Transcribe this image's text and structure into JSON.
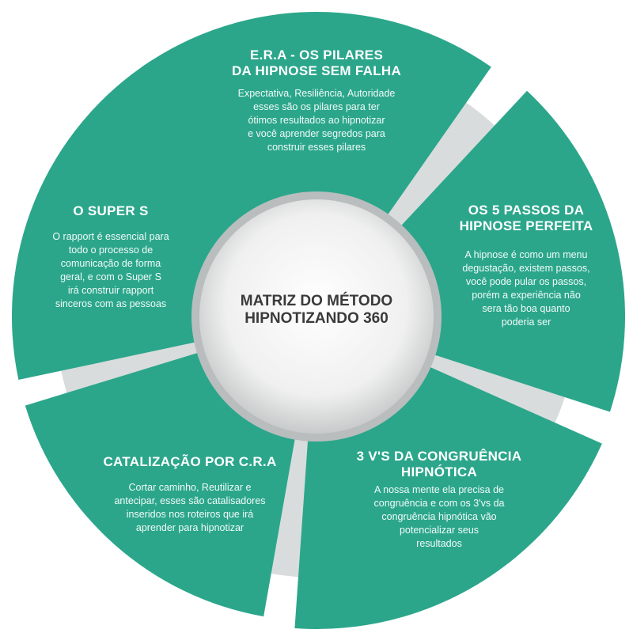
{
  "colors": {
    "segment": "#2ba68b",
    "ribbon": "#d9dcdc",
    "center": "#f4f4f4"
  },
  "center": {
    "line1": "MATRIZ DO MÉTODO",
    "line2": "HIPNOTIZANDO 360"
  },
  "segments": [
    {
      "title1": "E.R.A - OS PILARES",
      "title2": "DA HIPNOSE SEM FALHA",
      "lines": [
        "Expectativa, Resiliência, Autoridade",
        "esses são os pilares para ter",
        "ótimos resultados ao hipnotizar",
        "e você aprender segredos para",
        "construir esses pilares"
      ]
    },
    {
      "title1": "OS 5 PASSOS DA",
      "title2": "HIPNOSE PERFEITA",
      "lines": [
        "A hipnose é como um menu",
        "degustação, existem passos,",
        "você pode pular os passos,",
        "porém a experiência não",
        "sera tão boa quanto",
        "poderia ser"
      ]
    },
    {
      "title1": "3 V'S DA CONGRUÊNCIA",
      "title2": "HIPNÓTICA",
      "lines": [
        "A nossa mente ela precisa de",
        "congruência e com os 3'vs da",
        "congruência hipnótica vão",
        "potencializar seus",
        "resultados"
      ]
    },
    {
      "title1": "CATALIZAÇÃO POR C.R.A",
      "title2": "",
      "lines": [
        "Cortar caminho, Reutilizar e",
        "antecipar, esses são catalisadores",
        "inseridos nos roteiros que irá",
        "aprender para hipnotizar"
      ]
    },
    {
      "title1": "O SUPER S",
      "title2": "",
      "lines": [
        "O rapport é essencial para",
        "todo o processo de",
        "comunicação de forma",
        "geral, e com o Super S",
        "irá construir rapport",
        "sinceros com as pessoas"
      ]
    }
  ]
}
